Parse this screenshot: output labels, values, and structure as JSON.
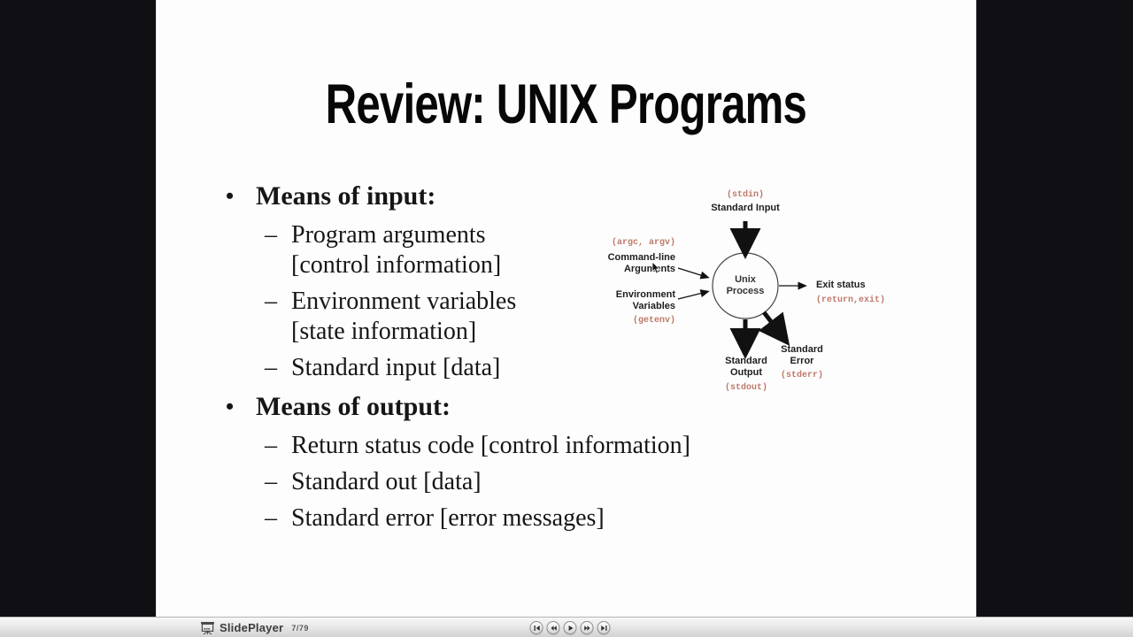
{
  "slide": {
    "title": "Review: UNIX Programs",
    "bullet_char": "•",
    "dash_char": "–",
    "sections": [
      {
        "heading": "Means of input:",
        "items": [
          "Program arguments [control information]",
          "Environment variables [state information]",
          "Standard input [data]"
        ]
      },
      {
        "heading": "Means of output:",
        "items": [
          "Return status code [control information]",
          "Standard out [data]",
          "Standard error [error messages]"
        ]
      }
    ]
  },
  "diagram": {
    "stdin": {
      "code": "(stdin)",
      "label": "Standard Input"
    },
    "args": {
      "code": "(argc, argv)",
      "label": "Command-line\nArguments"
    },
    "env": {
      "label": "Environment\nVariables",
      "code": "(getenv)"
    },
    "process": {
      "label": "Unix\nProcess"
    },
    "exit": {
      "label": "Exit status",
      "code": "(return,exit)"
    },
    "stdout": {
      "label": "Standard\nOutput",
      "code": "(stdout)"
    },
    "stderr": {
      "label": "Standard\nError",
      "code": "(stderr)"
    }
  },
  "player_bar": {
    "brand": "SlidePlayer",
    "page_indicator": "7/79",
    "buttons": [
      {
        "name": "first slide"
      },
      {
        "name": "previous slide"
      },
      {
        "name": "play"
      },
      {
        "name": "next slide"
      },
      {
        "name": "last slide"
      }
    ]
  },
  "colors": {
    "code_text": "#c0796a",
    "slide_bg": "#fdfdfd",
    "page_bg": "#101014",
    "bar_gradient_top": "#f7f7f7",
    "bar_gradient_bottom": "#d2d2d2"
  }
}
